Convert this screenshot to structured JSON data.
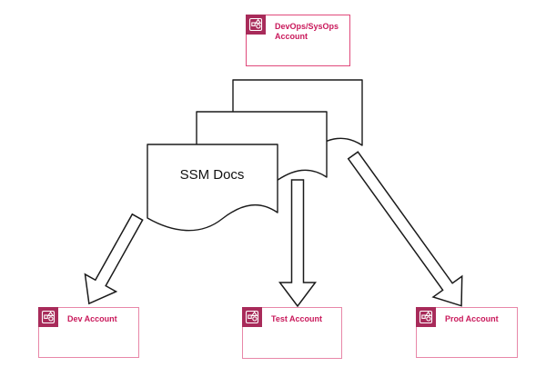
{
  "diagram": {
    "title_node": {
      "label": "DevOps/SysOps Account"
    },
    "docs_stack": {
      "label": "SSM Docs",
      "document_count": 3
    },
    "accounts": [
      {
        "label": "Dev Account"
      },
      {
        "label": "Test Account"
      },
      {
        "label": "Prod Account"
      }
    ],
    "edges": [
      {
        "from": "SSM Docs",
        "to": "Dev Account"
      },
      {
        "from": "SSM Docs",
        "to": "Test Account"
      },
      {
        "from": "SSM Docs",
        "to": "Prod Account"
      }
    ],
    "icons": {
      "account": "aws-account-icon"
    },
    "colors": {
      "background": "#ffffff",
      "icon_bg": "#a82b5a",
      "border_strong": "#e0497b",
      "border_soft": "#e887a8",
      "label_text": "#c9195b",
      "shape_stroke": "#1a1a1a"
    }
  }
}
